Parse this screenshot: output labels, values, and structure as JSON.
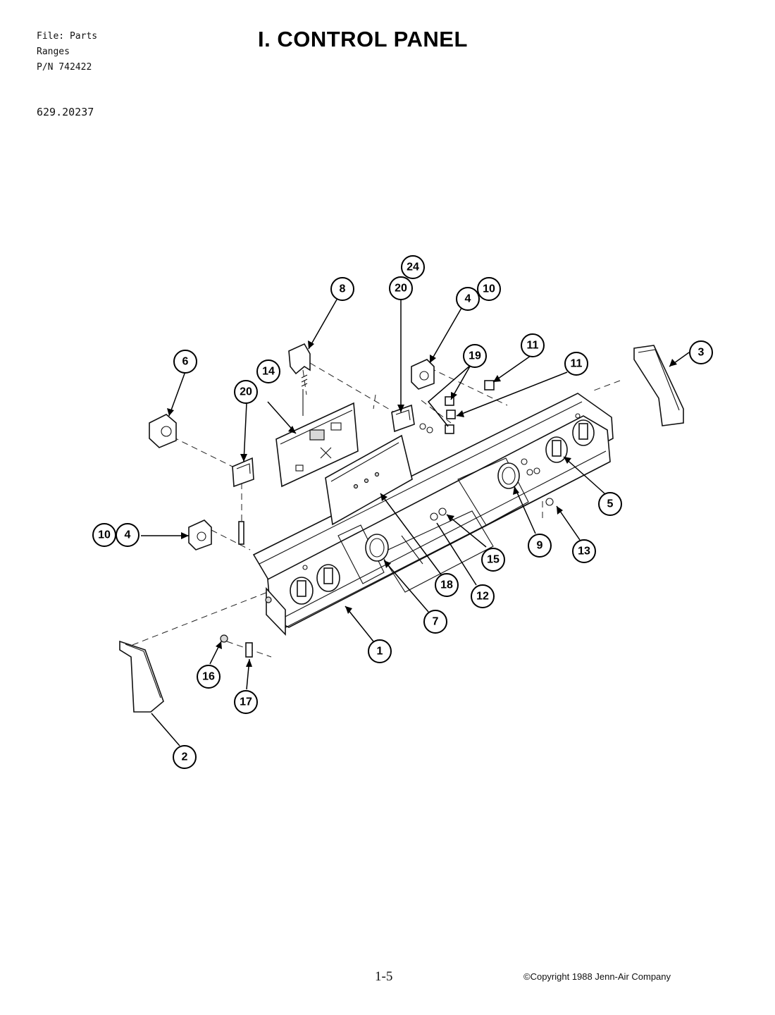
{
  "header": {
    "file_lines": [
      "File: Parts",
      "Ranges",
      "P/N 742422"
    ],
    "model_number": "629.20237",
    "title": "I. CONTROL PANEL"
  },
  "footer": {
    "page_number": "1-5",
    "copyright": "©Copyright 1988 Jenn-Air Company"
  },
  "callouts": [
    "24",
    "20",
    "8",
    "4",
    "10",
    "6",
    "14",
    "20",
    "19",
    "11",
    "11",
    "3",
    "5",
    "10",
    "4",
    "13",
    "9",
    "15",
    "12",
    "18",
    "7",
    "1",
    "16",
    "17",
    "2"
  ]
}
